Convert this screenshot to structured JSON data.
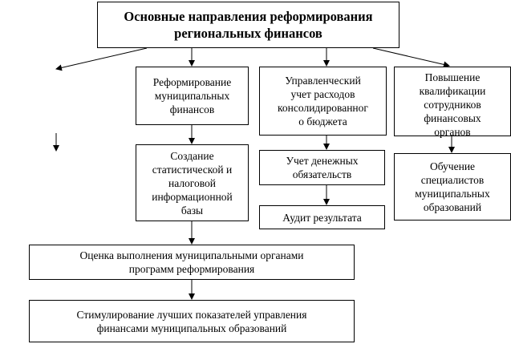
{
  "title": [
    "Основные направления реформирования",
    "региональных финансов"
  ],
  "boxes": {
    "municipal_reform": [
      "Реформирование",
      "муниципальных",
      "финансов"
    ],
    "management_accounting": [
      "Управленческий",
      "учет расходов",
      "консолидированног",
      "о бюджета"
    ],
    "qualification": [
      "Повышение",
      "квалификации",
      "сотрудников",
      "финансовых",
      "органов"
    ],
    "info_base": [
      "Создание",
      "статистической и",
      "налоговой",
      "информационной",
      "базы"
    ],
    "cash_obligations": [
      "Учет денежных",
      "обязательств"
    ],
    "training": [
      "Обучение",
      "специалистов",
      "муниципальных",
      "образований"
    ],
    "audit": "Аудит результата",
    "evaluation": [
      "Оценка выполнения муниципальными органами",
      "программ реформирования"
    ],
    "stimulation": [
      "Стимулирование лучших показателей управления",
      "финансами муниципальных образований"
    ]
  }
}
